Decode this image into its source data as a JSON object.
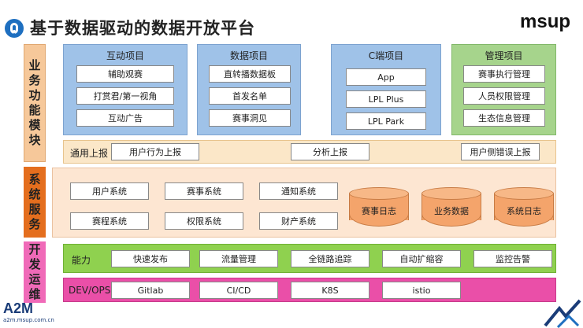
{
  "header": {
    "title": "基于数据驱动的数据开放平台",
    "brand": "msup"
  },
  "side_labels": {
    "business": "业务功能模块",
    "system": "系统服务",
    "devops": "开发运维"
  },
  "groups": [
    {
      "title": "互动项目",
      "items": [
        "辅助观赛",
        "打赏君/第一视角",
        "互动广告"
      ]
    },
    {
      "title": "数据项目",
      "items": [
        "直转播数据板",
        "首发名单",
        "赛事洞见"
      ]
    },
    {
      "title": "C端项目",
      "items": [
        "App",
        "LPL Plus",
        "LPL Park"
      ]
    },
    {
      "title": "管理项目",
      "items": [
        "赛事执行管理",
        "人员权限管理",
        "生态信息管理"
      ]
    }
  ],
  "report_row": {
    "label": "通用上报",
    "items": [
      "用户行为上报",
      "分析上报",
      "用户侧错误上报"
    ]
  },
  "system_row": {
    "items": [
      "用户系统",
      "赛事系统",
      "通知系统",
      "赛程系统",
      "权限系统",
      "财产系统"
    ],
    "stores": [
      "赛事日志",
      "业务数据",
      "系统日志"
    ]
  },
  "capability_row": {
    "label": "能力",
    "items": [
      "快速发布",
      "流量管理",
      "全链路追踪",
      "自动扩缩容",
      "监控告警"
    ]
  },
  "ops_row": {
    "label": "DEV/OPS",
    "items": [
      "Gitlab",
      "CI/CD",
      "K8S",
      "istio"
    ]
  },
  "footer": {
    "logo": "A2M",
    "url": "a2m.msup.com.cn"
  },
  "colors": {
    "blue_group": "#9fc2e8",
    "green_group": "#a6d48c",
    "report_row": "#fbe7c8",
    "system_row": "#fde6d2",
    "capability_row": "#8fd14f",
    "ops_row": "#ea4fa8",
    "database": "#f4a46b"
  }
}
